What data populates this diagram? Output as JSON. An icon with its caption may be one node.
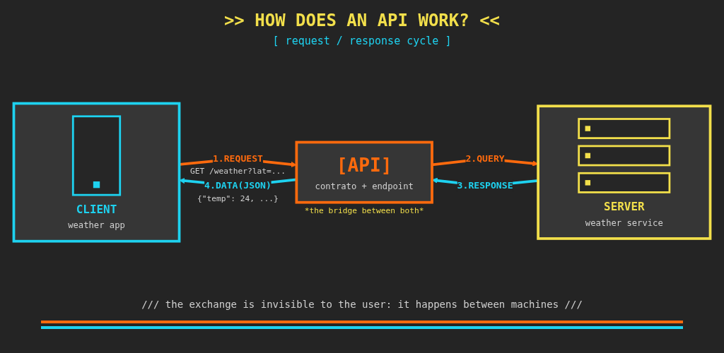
{
  "diagram": {
    "title": ">> HOW DOES AN API WORK? <<",
    "caption": "/// the exchange is invisible to the user: it happens between machines ///",
    "nodes": [
      {
        "text": [
          "CLIENT",
          "weather app"
        ]
      },
      {
        "text": [
          "[API]",
          "contrato + endpoint"
        ],
        "beside": [
          "*the bridge between both*"
        ]
      },
      {
        "text": [
          "SERVER",
          "weather service"
        ]
      }
    ],
    "edges": [
      {
        "from": 0,
        "to": 1,
        "arrow": "to",
        "label": "1.REQUEST",
        "color": "#ff6a0d"
      },
      {
        "from": 1,
        "to": 2,
        "arrow": "to",
        "label": "2.QUERY",
        "color": "#ff6a0d"
      },
      {
        "from": 2,
        "to": 1,
        "arrow": "to",
        "label": "3.RESPONSE",
        "color": "#1ed2f0"
      },
      {
        "from": 1,
        "to": 0,
        "arrow": "to",
        "label": "4.DATA(JSON)",
        "color": "#1ed2f0"
      }
    ],
    "labels": [
      "[ request / response cycle ]",
      "GET /weather?lat=...",
      "{\"temp\": 24, ...}"
    ]
  }
}
